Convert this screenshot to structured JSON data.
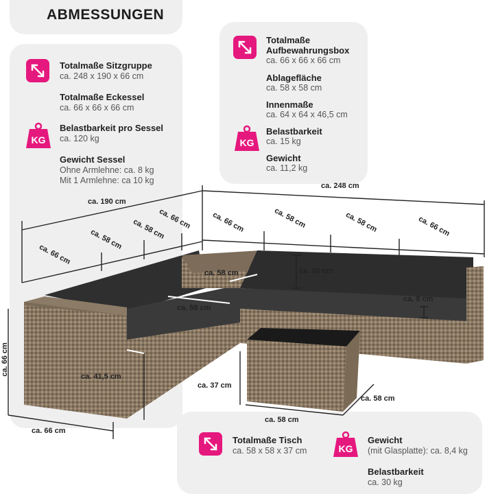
{
  "title": "ABMESSUNGEN",
  "left_panel": {
    "items": [
      {
        "heading": "Totalmaße Sitzgruppe",
        "text": "ca. 248 x 190 x 66 cm"
      },
      {
        "heading": "Totalmaße Eckessel",
        "text": "ca. 66 x 66 x 66 cm"
      },
      {
        "heading": "Belastbarkeit pro Sessel",
        "text": "ca. 120 kg"
      },
      {
        "heading": "Gewicht Sessel",
        "text": "Ohne Armlehne: ca. 8 kg",
        "text2": "Mit 1 Armlehne: ca 10 kg"
      }
    ]
  },
  "right_panel": {
    "items": [
      {
        "heading": "Totalmaße",
        "heading2": "Aufbewahrungsbox",
        "text": "ca. 66 x 66 x 66 cm"
      },
      {
        "heading": "Ablagefläche",
        "text": "ca. 58 x 58 cm"
      },
      {
        "heading": "Innenmaße",
        "text": "ca. 64 x 64 x 46,5 cm"
      },
      {
        "heading": "Belastbarkeit",
        "text": "ca. 15 kg"
      },
      {
        "heading": "Gewicht",
        "text": "ca. 11,2 kg"
      }
    ]
  },
  "bottom_panel": {
    "items": [
      {
        "heading": "Totalmaße Tisch",
        "text": "ca. 58 x 58 x 37 cm"
      },
      {
        "heading": "Gewicht",
        "text": "(mit Glasplatte): ca. 8,4 kg"
      },
      {
        "heading": "Belastbarkeit",
        "text": "ca. 30 kg"
      }
    ]
  },
  "icons": {
    "kg_label": "KG",
    "accent_color": "#e5187e"
  },
  "dimensions": {
    "total_depth": "ca. 190 cm",
    "total_width": "ca. 248 cm",
    "l_seg1": "ca. 66 cm",
    "l_seg2": "ca. 58 cm",
    "l_seg3": "ca. 58 cm",
    "l_seg4": "ca. 66 cm",
    "r_seg1": "ca. 66 cm",
    "r_seg2": "ca. 58 cm",
    "r_seg3": "ca. 58 cm",
    "r_seg4": "ca. 66 cm",
    "height": "ca. 66 cm",
    "depth_bottom": "ca. 66 cm",
    "seat_height": "ca. 41,5 cm",
    "box_width": "ca. 58 cm",
    "seat_depth": "ca. 58 cm",
    "backrest": "ca. 30 cm",
    "cushion": "ca. 8 cm",
    "table_height": "ca. 37 cm",
    "table_width": "ca. 58 cm",
    "table_depth": "ca. 58 cm"
  }
}
